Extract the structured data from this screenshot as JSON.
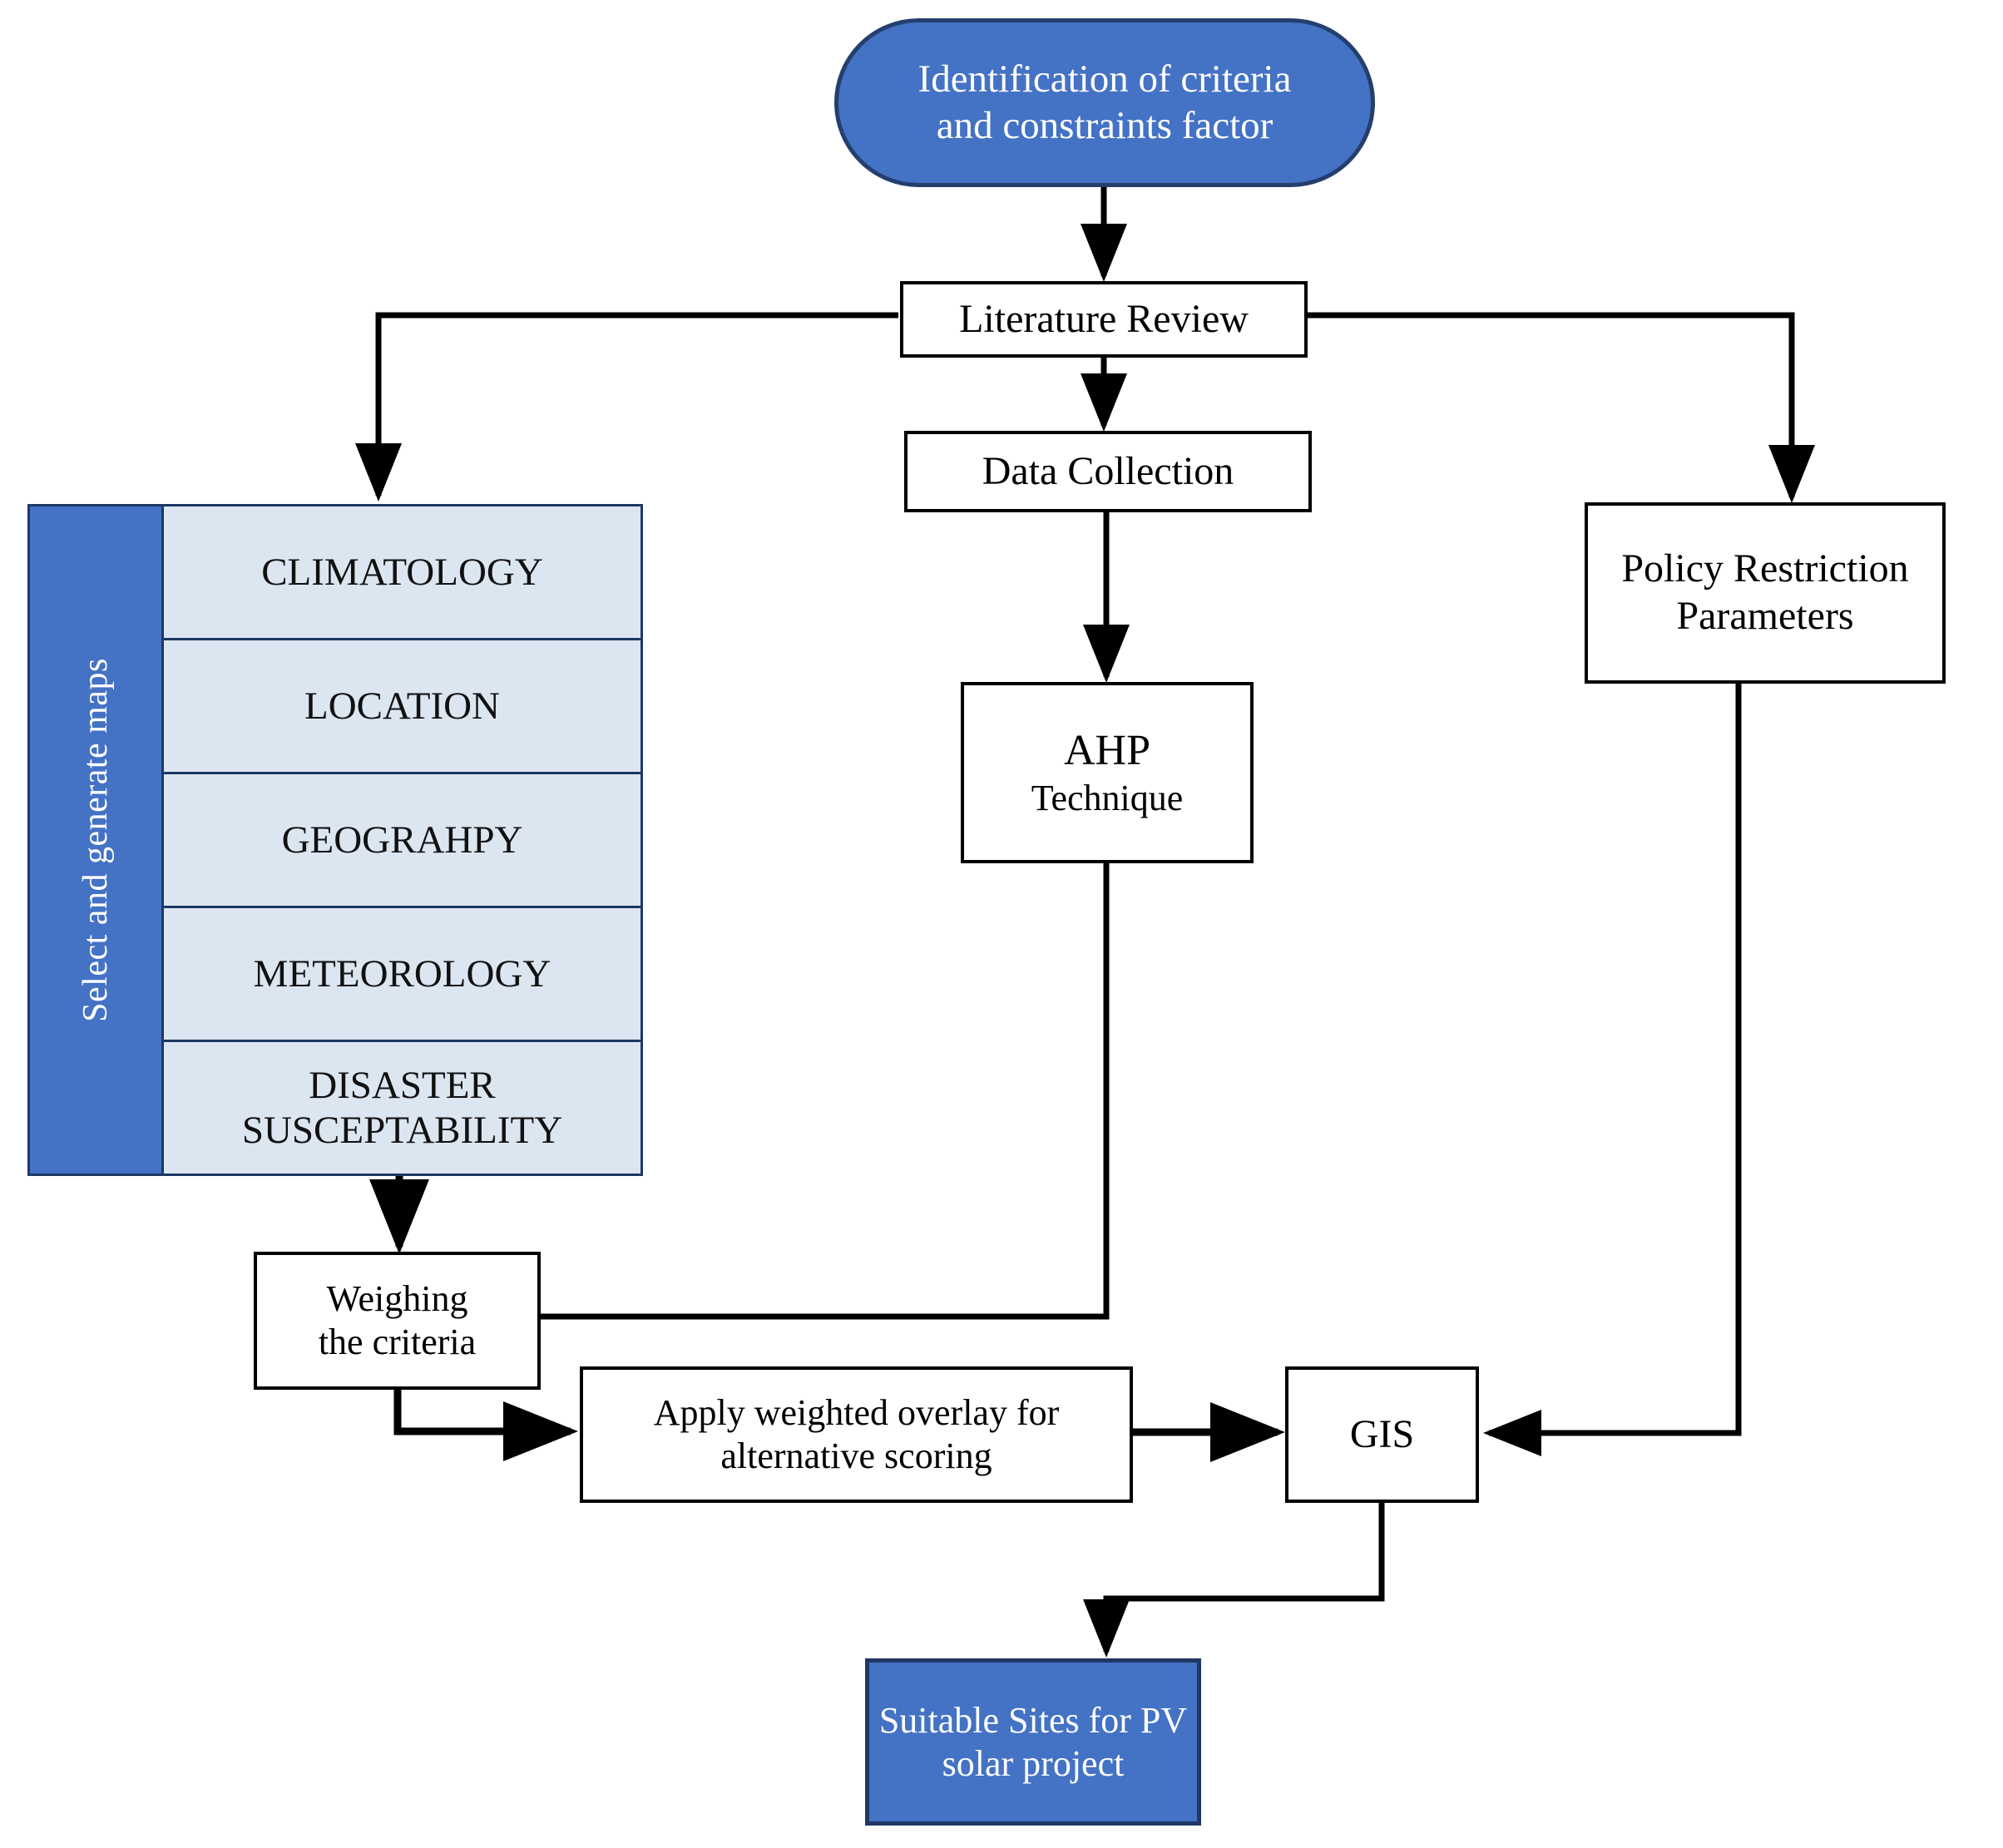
{
  "diagram": {
    "title": "GIS-AHP site selection methodology flowchart",
    "colors": {
      "accent_blue": "#4472C4",
      "light_blue": "#DCE6F1",
      "border_navy": "#1f3864",
      "line_black": "#000000"
    }
  },
  "nodes": {
    "start": {
      "label_line1": "Identification  of criteria",
      "label_line2": "and constraints  factor",
      "shape": "rounded-pill"
    },
    "literature_review": {
      "label": "Literature  Review",
      "shape": "rectangle"
    },
    "data_collection": {
      "label": "Data Collection",
      "shape": "rectangle"
    },
    "ahp": {
      "label_line1": "AHP",
      "label_line2": "Technique",
      "shape": "rectangle"
    },
    "policy": {
      "label_line1": "Policy  Restriction",
      "label_line2": "Parameters",
      "shape": "rectangle"
    },
    "weighing": {
      "label_line1": "Weighing",
      "label_line2": "the  criteria",
      "shape": "rectangle"
    },
    "overlay": {
      "label_line1": "Apply  weighted  overlay  for",
      "label_line2": "alternative  scoring",
      "shape": "rectangle"
    },
    "gis": {
      "label": "GIS",
      "shape": "rectangle"
    },
    "result": {
      "label_line1": "Suitable  Sites for PV",
      "label_line2": "solar project",
      "shape": "rectangle-filled"
    }
  },
  "criteria_panel": {
    "side_label": "Select and generate maps",
    "rows": [
      {
        "label": "CLIMATOLOGY"
      },
      {
        "label": "LOCATION"
      },
      {
        "label": "GEOGRAHPY"
      },
      {
        "label": "METEOROLOGY"
      },
      {
        "label_line1": "DISASTER",
        "label_line2": "SUSCEPTABILITY"
      }
    ]
  },
  "edges": [
    {
      "from": "start",
      "to": "literature_review",
      "arrow": true
    },
    {
      "from": "literature_review",
      "to": "criteria_panel",
      "arrow": true
    },
    {
      "from": "literature_review",
      "to": "data_collection",
      "arrow": true
    },
    {
      "from": "literature_review",
      "to": "policy",
      "arrow": true
    },
    {
      "from": "data_collection",
      "to": "ahp",
      "arrow": true
    },
    {
      "from": "criteria_panel",
      "to": "weighing",
      "arrow": true
    },
    {
      "from": "ahp",
      "to": "weighing",
      "arrow": true
    },
    {
      "from": "weighing",
      "to": "overlay",
      "arrow": true
    },
    {
      "from": "overlay",
      "to": "gis",
      "arrow": true
    },
    {
      "from": "policy",
      "to": "gis",
      "arrow": true
    },
    {
      "from": "gis",
      "to": "result",
      "arrow": true
    }
  ]
}
